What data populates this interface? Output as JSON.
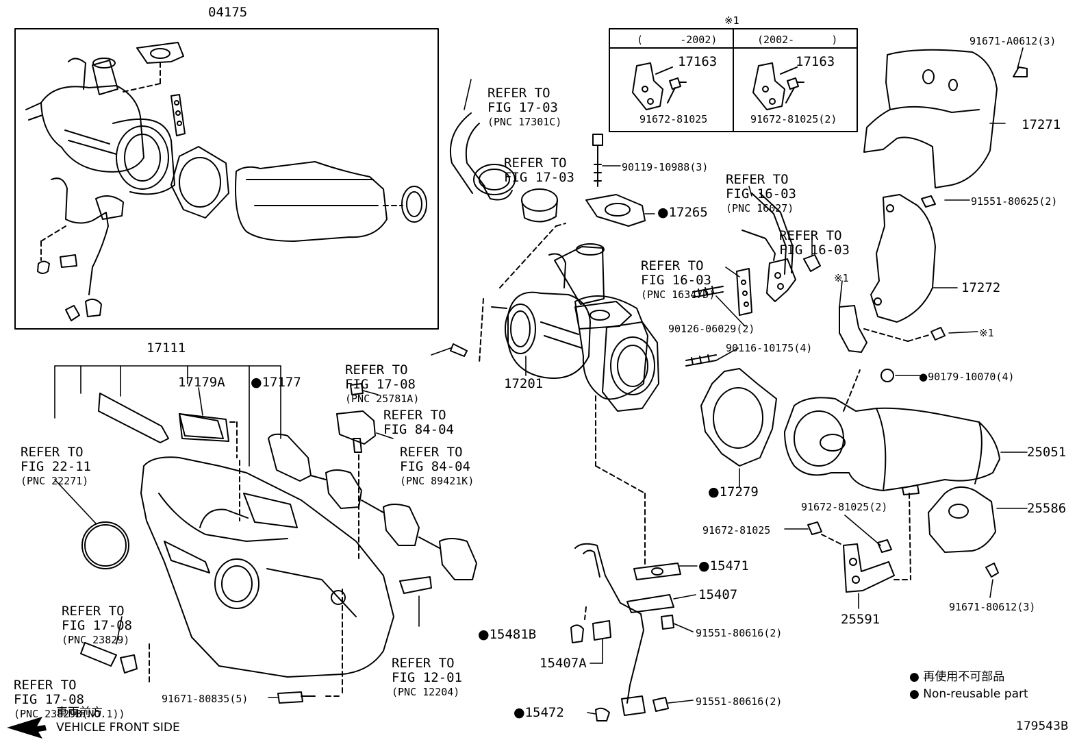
{
  "figure_code": "179543B",
  "vehicle_front": {
    "jp": "車両前方",
    "en": "VEHICLE FRONT SIDE"
  },
  "legend": {
    "bullet": "●",
    "jp": "再使用不可部品",
    "en": "Non-reusable part"
  },
  "note_table": {
    "mark": "※1",
    "col_left": "(      -2002)",
    "col_right": "(2002-      )",
    "left_part": "17163",
    "right_part": "17163",
    "left_bolt": "91672-81025",
    "right_bolt": "91672-81025(2)"
  },
  "parts": {
    "p04175": "04175",
    "p17111": "17111",
    "p17179A": "17179A",
    "p17177": "17177",
    "p17201": "17201",
    "p17265": "17265",
    "p17271": "17271",
    "p17272": "17272",
    "p17279": "17279",
    "p25051": "25051",
    "p25586": "25586",
    "p25591": "25591",
    "p15471": "15471",
    "p15407": "15407",
    "p15407A": "15407A",
    "p15481B": "15481B",
    "p15472": "15472",
    "b90119": "90119-10988(3)",
    "b90126": "90126-06029(2)",
    "b90116": "90116-10175(4)",
    "b90179": "90179-10070(4)",
    "b91671a": "91671-A0612(3)",
    "b91551_625": "91551-80625(2)",
    "mark_x1a": "※1",
    "mark_x1b": "※1",
    "b91672_l": "91672-81025(2)",
    "b91672_s": "91672-81025",
    "b91671_612": "91671-80612(3)",
    "b91551_616a": "91551-80616(2)",
    "b91551_616b": "91551-80616(2)",
    "b91671_835": "91671-80835(5)"
  },
  "refs": {
    "r17301C": {
      "l1": "REFER TO",
      "l2": "FIG 17-03",
      "l3": "(PNC 17301C)"
    },
    "r1703": {
      "l1": "REFER TO",
      "l2": "FIG 17-03"
    },
    "r16027": {
      "l1": "REFER TO",
      "l2": "FIG 16-03",
      "l3": "(PNC 16027)"
    },
    "r1603": {
      "l1": "REFER TO",
      "l2": "FIG 16-03"
    },
    "r16347D": {
      "l1": "REFER TO",
      "l2": "FIG 16-03",
      "l3": "(PNC 16347D)"
    },
    "r25781A": {
      "l1": "REFER TO",
      "l2": "FIG 17-08",
      "l3": "(PNC 25781A)"
    },
    "r8404a": {
      "l1": "REFER TO",
      "l2": "FIG 84-04"
    },
    "r89421K": {
      "l1": "REFER TO",
      "l2": "FIG 84-04",
      "l3": "(PNC 89421K)"
    },
    "r22271": {
      "l1": "REFER TO",
      "l2": "FIG 22-11",
      "l3": "(PNC 22271)"
    },
    "r23829": {
      "l1": "REFER TO",
      "l2": "FIG 17-08",
      "l3": "(PNC 23829)"
    },
    "r23829B": {
      "l1": "REFER TO",
      "l2": "FIG 17-08",
      "l3": "(PNC 23829B(NO.1))"
    },
    "r12204": {
      "l1": "REFER TO",
      "l2": "FIG 12-01",
      "l3": "(PNC 12204)"
    }
  }
}
